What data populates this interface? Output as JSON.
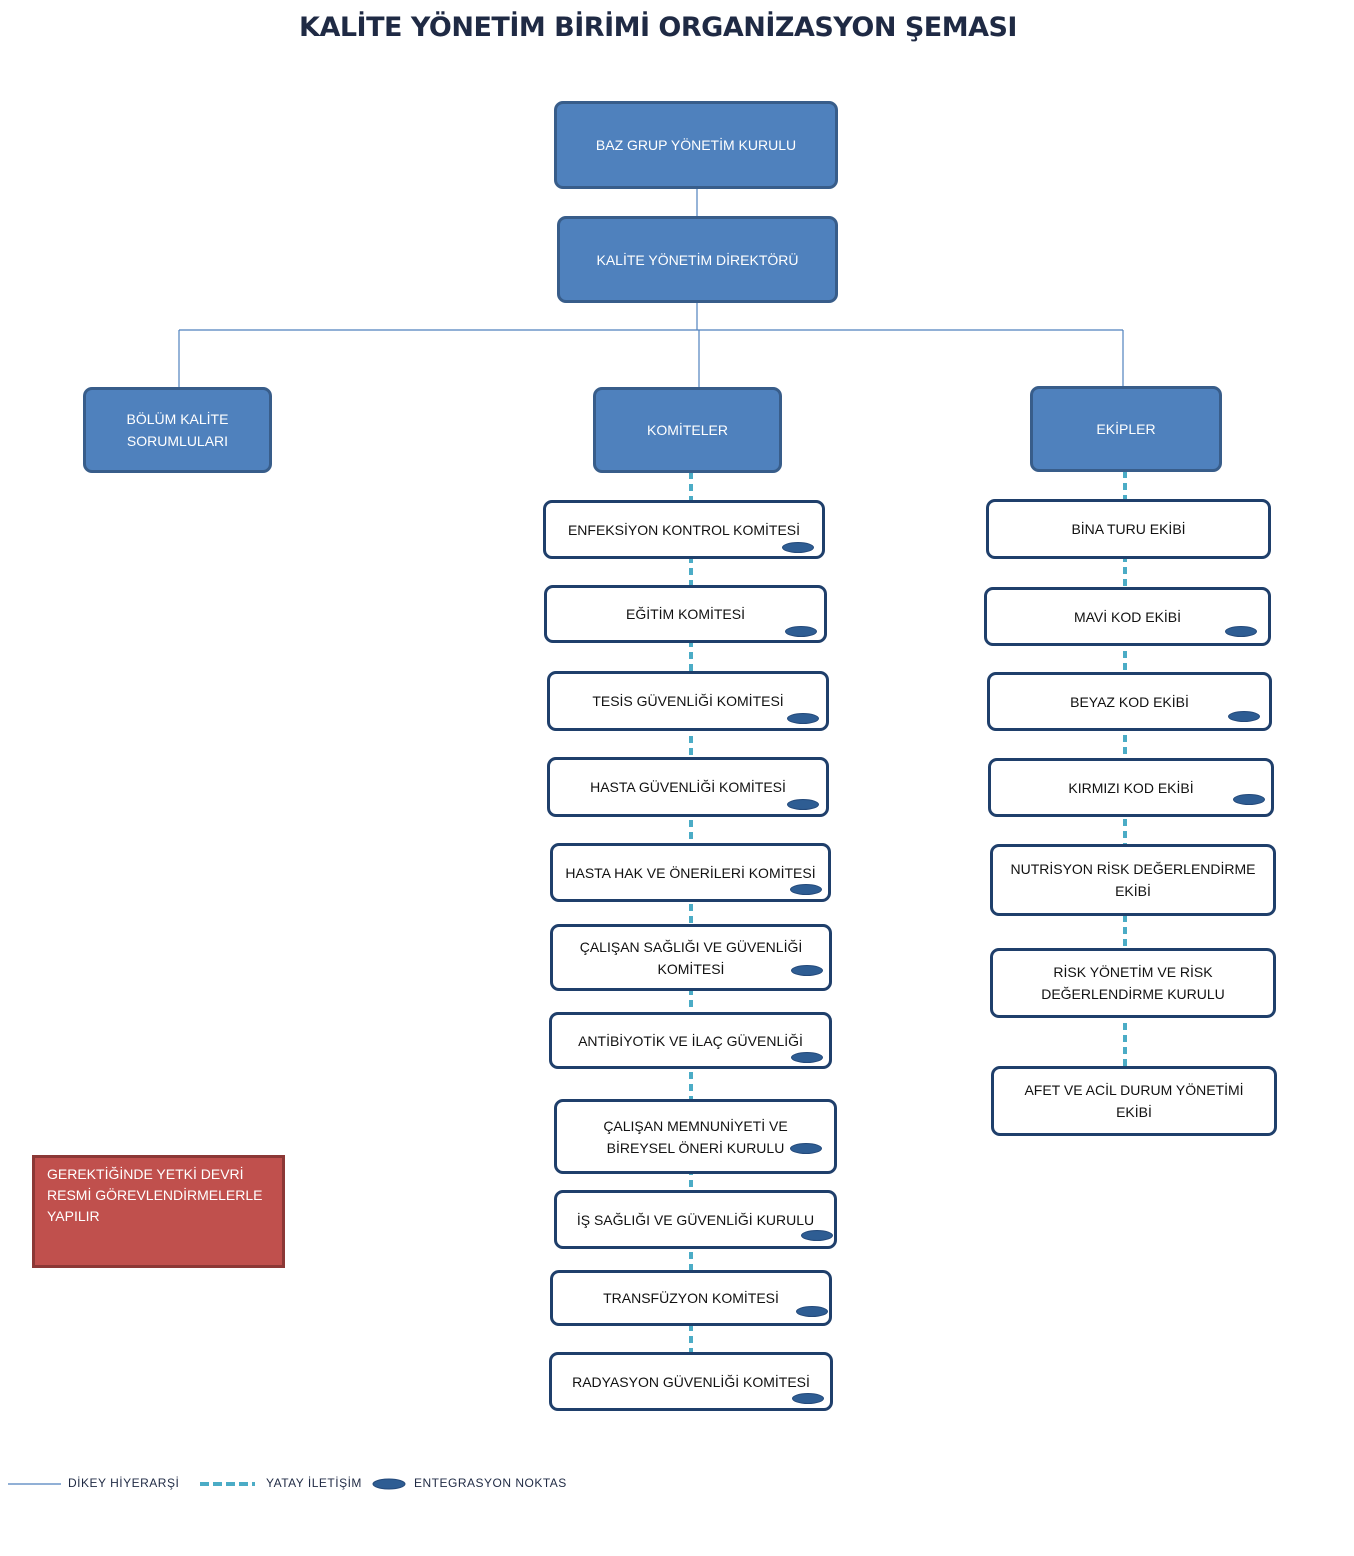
{
  "title": "KALİTE YÖNETİM BİRİMİ ORGANİZASYON ŞEMASI",
  "top_nodes": {
    "board": "BAZ GRUP YÖNETİM KURULU",
    "director": "KALİTE YÖNETİM DİREKTÖRÜ"
  },
  "branches": {
    "department": "BÖLÜM KALİTE SORUMLULARI",
    "committees": "KOMİTELER",
    "teams": "EKİPLER"
  },
  "committees": [
    "ENFEKSİYON  KONTROL KOMİTESİ",
    "EĞİTİM KOMİTESİ",
    "TESİS GÜVENLİĞİ KOMİTESİ",
    "HASTA GÜVENLİĞİ KOMİTESİ",
    "HASTA HAK VE ÖNERİLERİ KOMİTESİ",
    "ÇALIŞAN SAĞLIĞI VE GÜVENLİĞİ KOMİTESİ",
    "ANTİBİYOTİK VE İLAÇ GÜVENLİĞİ",
    "ÇALIŞAN MEMNUNİYETİ VE BİREYSEL ÖNERİ KURULU",
    "İŞ SAĞLIĞI VE GÜVENLİĞİ KURULU",
    "TRANSFÜZYON KOMİTESİ",
    "RADYASYON GÜVENLİĞİ KOMİTESİ"
  ],
  "teams": [
    "BİNA TURU EKİBİ",
    "MAVİ KOD EKİBİ",
    "BEYAZ KOD EKİBİ",
    "KIRMIZI KOD EKİBİ",
    "NUTRİSYON RİSK DEĞERLENDİRME EKİBİ",
    "RİSK YÖNETİM VE RİSK DEĞERLENDİRME KURULU",
    "AFET VE ACİL DURUM YÖNETİMİ EKİBİ"
  ],
  "note": "GEREKTİĞİNDE YETKİ DEVRİ RESMİ GÖREVLENDİRMELERLE YAPILIR",
  "legend": {
    "vertical": "DİKEY HİYERARŞİ",
    "horizontal": "YATAY İLETİŞİM",
    "integration": "ENTEGRASYON NOKTAS"
  },
  "colors": {
    "node_fill": "#4f81bd",
    "node_border": "#385d8a",
    "dashed_line": "#4bacc6",
    "note_fill": "#c0504d"
  }
}
